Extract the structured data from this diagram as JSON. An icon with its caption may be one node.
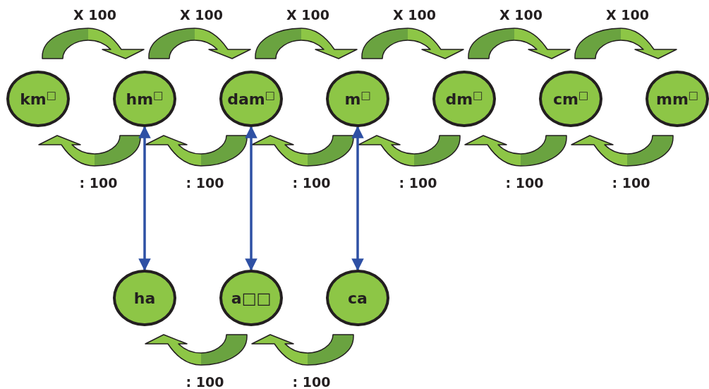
{
  "diagram": {
    "nodes": [
      {
        "text": [
          "km$^{□}$"
        ]
      },
      {
        "text": [
          "hm$^{□}$"
        ]
      },
      {
        "text": [
          "dam$^{□}$"
        ]
      },
      {
        "text": [
          "m$^{□}$"
        ]
      },
      {
        "text": [
          "dm$^{□}$"
        ]
      },
      {
        "text": [
          "cm$^{□}$"
        ]
      },
      {
        "text": [
          "mm$^{□}$"
        ]
      },
      {
        "text": [
          "ha"
        ]
      },
      {
        "text": [
          "a□□"
        ]
      },
      {
        "text": [
          "ca"
        ]
      }
    ],
    "edges": [
      {
        "from": 0,
        "to": 1,
        "arrow": "to",
        "label": "X 100",
        "style": "thick"
      },
      {
        "from": 1,
        "to": 2,
        "arrow": "to",
        "label": "X 100",
        "style": "thick"
      },
      {
        "from": 2,
        "to": 3,
        "arrow": "to",
        "label": "X 100",
        "style": "thick"
      },
      {
        "from": 3,
        "to": 4,
        "arrow": "to",
        "label": "X 100",
        "style": "thick"
      },
      {
        "from": 4,
        "to": 5,
        "arrow": "to",
        "label": "X 100",
        "style": "thick"
      },
      {
        "from": 5,
        "to": 6,
        "arrow": "to",
        "label": "X 100",
        "style": "thick"
      },
      {
        "from": 1,
        "to": 0,
        "arrow": "to",
        "label": ": 100",
        "style": "thick"
      },
      {
        "from": 2,
        "to": 1,
        "arrow": "to",
        "label": ": 100",
        "style": "thick"
      },
      {
        "from": 3,
        "to": 2,
        "arrow": "to",
        "label": ": 100",
        "style": "thick"
      },
      {
        "from": 4,
        "to": 3,
        "arrow": "to",
        "label": ": 100",
        "style": "thick"
      },
      {
        "from": 5,
        "to": 4,
        "arrow": "to",
        "label": ": 100",
        "style": "thick"
      },
      {
        "from": 6,
        "to": 5,
        "arrow": "to",
        "label": ": 100",
        "style": "thick"
      },
      {
        "from": 1,
        "to": 7,
        "arrow": "both",
        "color": "#2e50a4"
      },
      {
        "from": 2,
        "to": 8,
        "arrow": "both",
        "color": "#2e50a4"
      },
      {
        "from": 3,
        "to": 9,
        "arrow": "both",
        "color": "#2e50a4"
      },
      {
        "from": 8,
        "to": 7,
        "arrow": "to",
        "label": ": 100",
        "style": "thick"
      },
      {
        "from": 9,
        "to": 8,
        "arrow": "to",
        "label": ": 100",
        "style": "thick"
      }
    ]
  }
}
